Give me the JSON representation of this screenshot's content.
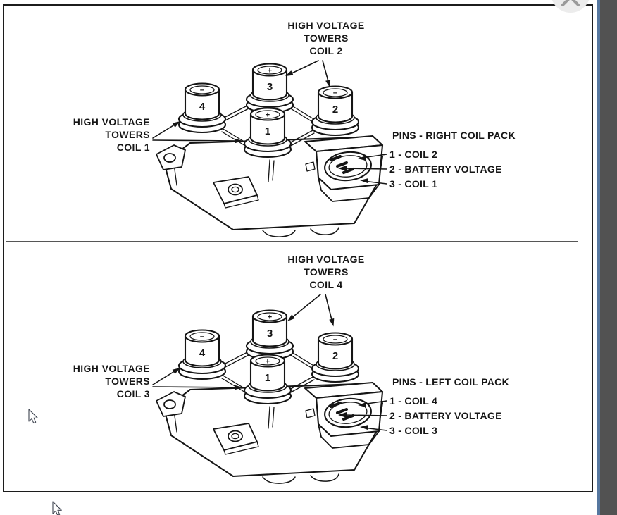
{
  "colors": {
    "line": "#151515",
    "page_border": "#1c1c1c",
    "divider": "#565656",
    "scroll_track": "#525252",
    "scroll_accent": "#56779f",
    "close_bg": "#ececec",
    "close_x": "#9a9a9a"
  },
  "icons": {
    "close": "x-circle",
    "pointer": "arrow-cursor"
  },
  "diagrams": [
    {
      "name": "right-coil-pack",
      "top_label": {
        "lines": [
          "HIGH VOLTAGE",
          "TOWERS",
          "COIL 2"
        ]
      },
      "left_label": {
        "lines": [
          "HIGH VOLTAGE",
          "TOWERS",
          "COIL 1"
        ]
      },
      "pins_legend": {
        "title": "PINS - RIGHT COIL PACK",
        "items": [
          "1 - COIL 2",
          "2 - BATTERY VOLTAGE",
          "3 - COIL 1"
        ]
      },
      "towers": [
        {
          "number": "4",
          "polarity": "−"
        },
        {
          "number": "3",
          "polarity": "+"
        },
        {
          "number": "2",
          "polarity": "−"
        },
        {
          "number": "1",
          "polarity": "+"
        }
      ]
    },
    {
      "name": "left-coil-pack",
      "top_label": {
        "lines": [
          "HIGH VOLTAGE",
          "TOWERS",
          "COIL 4"
        ]
      },
      "left_label": {
        "lines": [
          "HIGH VOLTAGE",
          "TOWERS",
          "COIL 3"
        ]
      },
      "pins_legend": {
        "title": "PINS - LEFT COIL PACK",
        "items": [
          "1 - COIL 4",
          "2 - BATTERY VOLTAGE",
          "3 - COIL 3"
        ]
      },
      "towers": [
        {
          "number": "4",
          "polarity": "−"
        },
        {
          "number": "3",
          "polarity": "+"
        },
        {
          "number": "2",
          "polarity": "−"
        },
        {
          "number": "1",
          "polarity": "+"
        }
      ]
    }
  ]
}
